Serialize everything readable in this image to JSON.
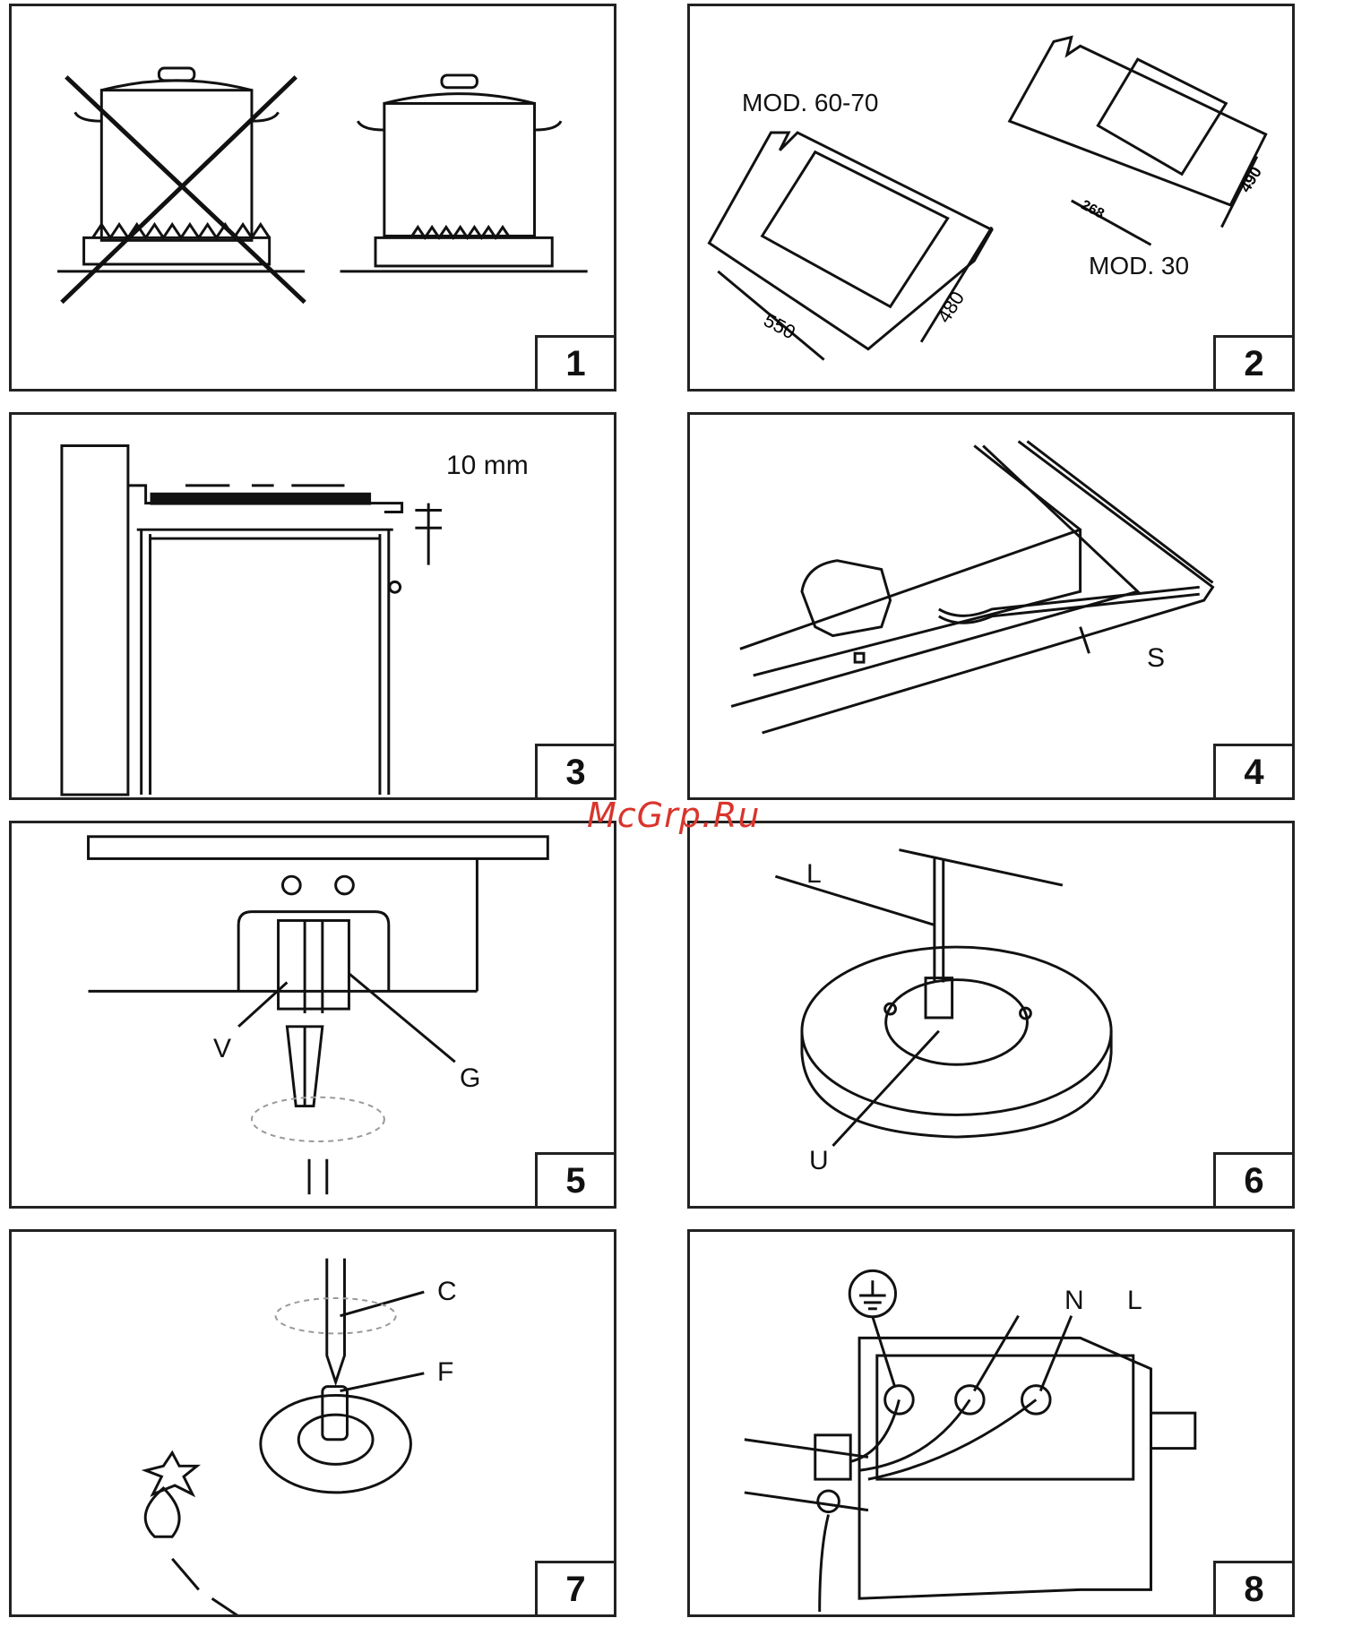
{
  "panels": [
    {
      "number": "1"
    },
    {
      "number": "2",
      "labels": {
        "mod_a": "MOD. 60-70",
        "mod_b": "MOD. 30",
        "dim_550": "550",
        "dim_480": "480",
        "dim_490": "490",
        "dim_268": "268"
      }
    },
    {
      "number": "3",
      "labels": {
        "gap": "10 mm"
      }
    },
    {
      "number": "4",
      "labels": {
        "s": "S"
      }
    },
    {
      "number": "5",
      "labels": {
        "v": "V",
        "g": "G"
      }
    },
    {
      "number": "6",
      "labels": {
        "l": "L",
        "u": "U"
      }
    },
    {
      "number": "7",
      "labels": {
        "c": "C",
        "f": "F"
      }
    },
    {
      "number": "8",
      "labels": {
        "n": "N",
        "l": "L"
      }
    }
  ],
  "watermark": "McGrp.Ru"
}
